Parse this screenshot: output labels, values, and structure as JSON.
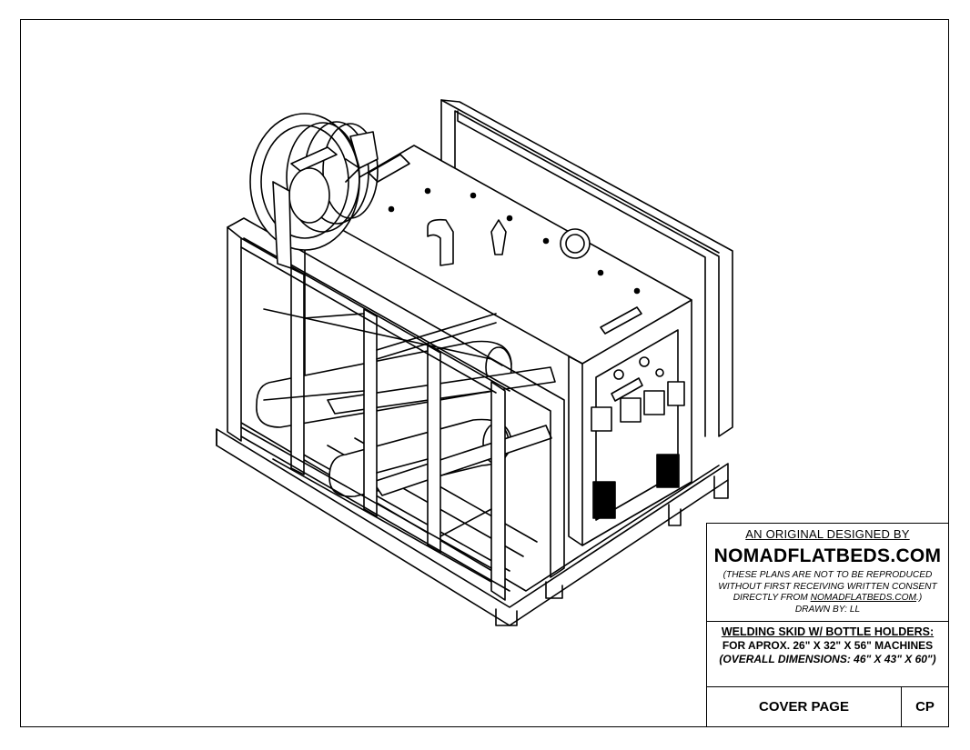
{
  "title_block": {
    "original_line": "AN ORIGINAL DESIGNED BY",
    "brand": "NOMADFLATBEDS.COM",
    "notice_line1": "(THESE PLANS ARE NOT TO BE REPRODUCED",
    "notice_line2": "WITHOUT FIRST RECEIVING WRITTEN CONSENT",
    "notice_line3_prefix": "DIRECTLY FROM ",
    "notice_line3_link": "NOMADFLATBEDS.COM",
    "notice_line3_suffix": ".)",
    "drawn_by": "DRAWN BY: LL",
    "drawing_title": "WELDING SKID W/ BOTTLE HOLDERS:",
    "machine_size": "FOR APROX. 26\" X 32\" X 56\" MACHINES",
    "overall_dimensions": "(OVERALL DIMENSIONS: 46\" X 43\" X 60\")",
    "sheet_name": "COVER PAGE",
    "sheet_code": "CP"
  },
  "colors": {
    "line": "#000000",
    "paper": "#ffffff"
  },
  "icons": [
    "hose-reel-icon",
    "welder-machine-icon",
    "gas-bottle-icon",
    "skid-frame-icon"
  ]
}
